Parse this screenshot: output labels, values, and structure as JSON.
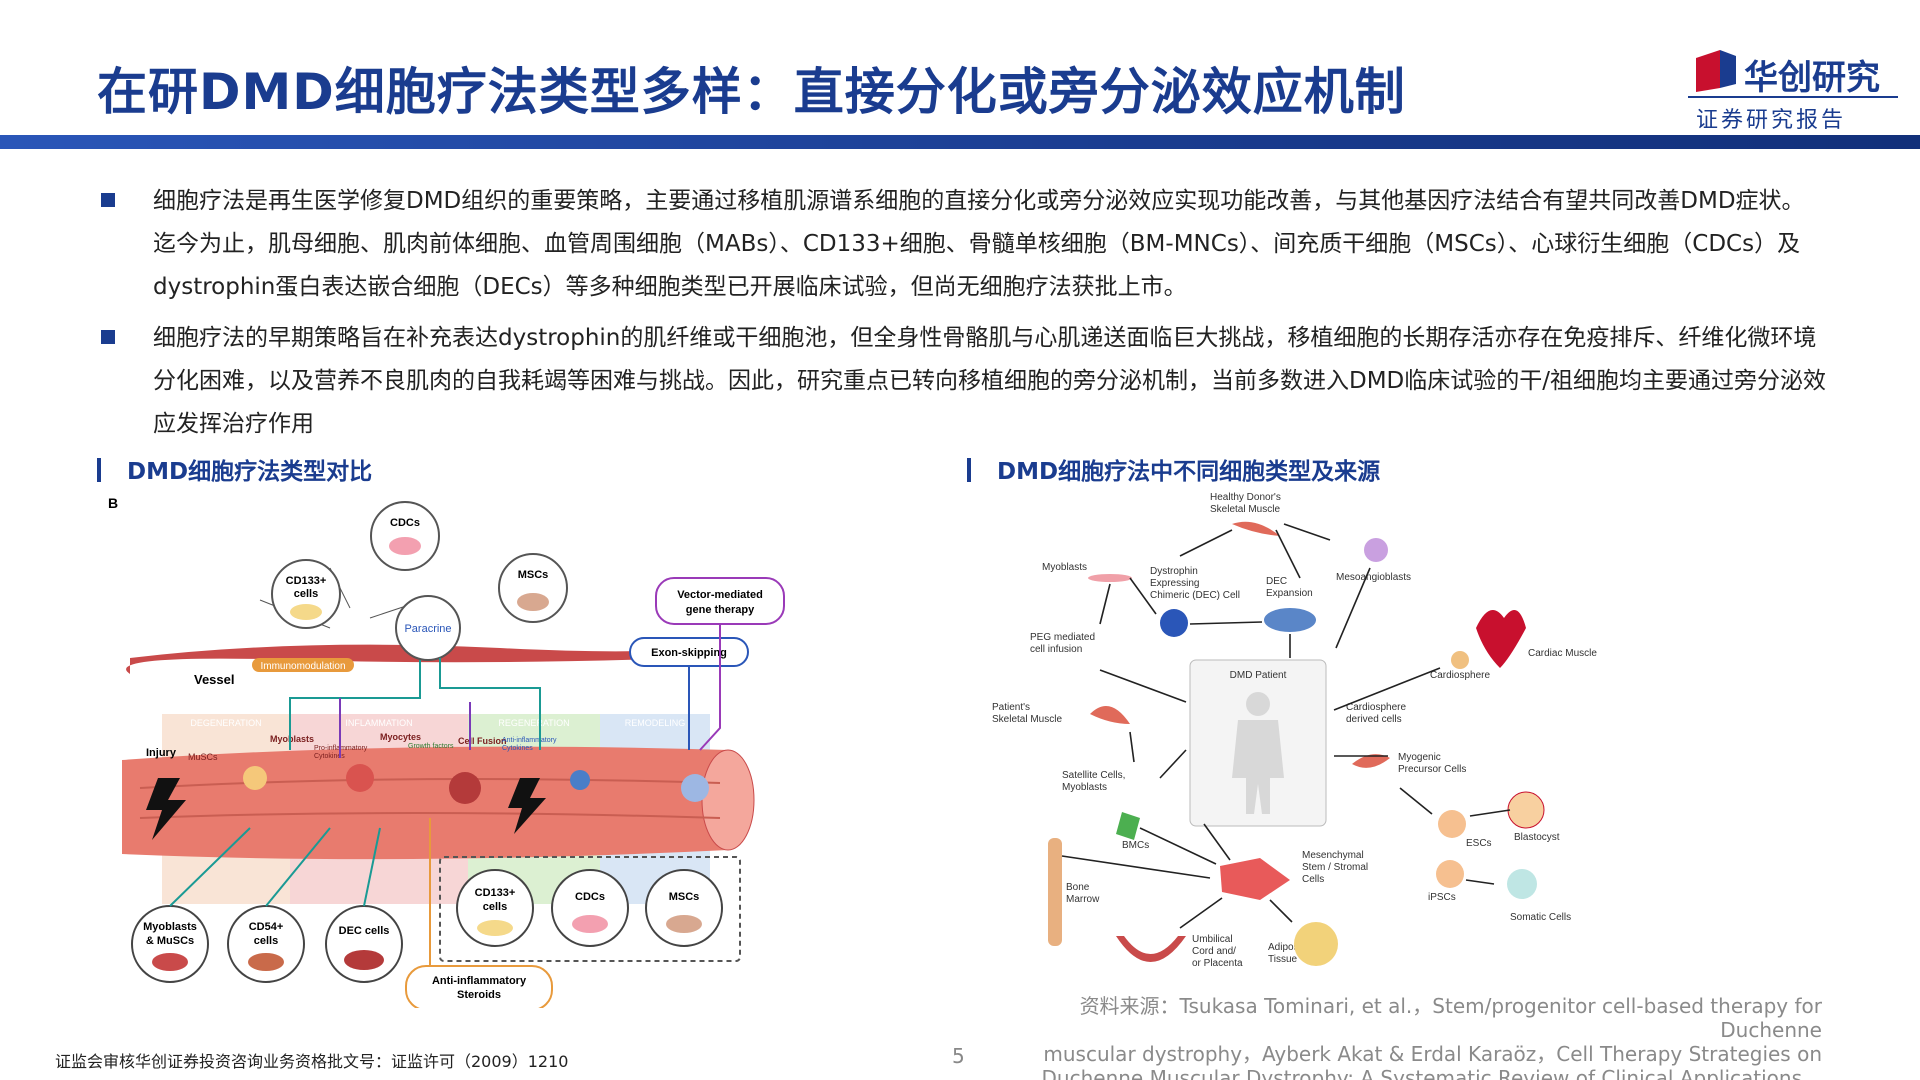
{
  "header": {
    "title": "在研DMD细胞疗法类型多样：直接分化或旁分泌效应机制",
    "logo_name": "华创研究",
    "logo_sub": "证券研究报告",
    "accent_color": "#1a3c8f"
  },
  "bullets": [
    "细胞疗法是再生医学修复DMD组织的重要策略，主要通过移植肌源谱系细胞的直接分化或旁分泌效应实现功能改善，与其他基因疗法结合有望共同改善DMD症状。迄今为止，肌母细胞、肌肉前体细胞、血管周围细胞（MABs）、CD133+细胞、骨髓单核细胞（BM-MNCs）、间充质干细胞（MSCs）、心球衍生细胞（CDCs）及dystrophin蛋白表达嵌合细胞（DECs）等多种细胞类型已开展临床试验，但尚无细胞疗法获批上市。",
    "细胞疗法的早期策略旨在补充表达dystrophin的肌纤维或干细胞池，但全身性骨骼肌与心肌递送面临巨大挑战，移植细胞的长期存活亦存在免疫排斥、纤维化微环境分化困难，以及营养不良肌肉的自我耗竭等困难与挑战。因此，研究重点已转向移植细胞的旁分泌机制，当前多数进入DMD临床试验的干/祖细胞均主要通过旁分泌效应发挥治疗作用"
  ],
  "sections": {
    "left_title": "DMD细胞疗法类型对比",
    "right_title": "DMD细胞疗法中不同细胞类型及来源"
  },
  "fig_left": {
    "panel": "B",
    "cdcs": "CDCs",
    "cd133_1": "CD133+",
    "cd133_2": "cells",
    "mscs": "MSCs",
    "paracrine": "Paracrine",
    "vessel": "Vessel",
    "immuno": "Immunomodulation",
    "vector_1": "Vector-mediated",
    "vector_2": "gene therapy",
    "exon": "Exon-skipping",
    "stage_degen": "DEGENERATION",
    "stage_infl": "INFLAMMATION",
    "stage_regen": "REGENERATION",
    "stage_remod": "REMODELING",
    "injury": "Injury",
    "muscs": "MuSCs",
    "myoblasts": "Myoblasts",
    "proinf_1": "Pro-inflammatory",
    "proinf_2": "Cytokines",
    "myocytes": "Myocytes",
    "growth": "Growth factors",
    "fusion": "Cell Fusion",
    "antiinf_1": "Anti-inflammatory",
    "antiinf_2": "Cytokines",
    "b_myo_1": "Myoblasts",
    "b_myo_2": "& MuSCs",
    "b_cd54_1": "CD54+",
    "b_cd54_2": "cells",
    "b_dec": "DEC cells",
    "b_cd133_1": "CD133+",
    "b_cd133_2": "cells",
    "b_cdcs": "CDCs",
    "b_mscs": "MSCs",
    "steroids_1": "Anti-inflammatory",
    "steroids_2": "Steroids"
  },
  "fig_right": {
    "healthy_1": "Healthy Donor's",
    "healthy_2": "Skeletal Muscle",
    "myoblasts": "Myoblasts",
    "dec_1": "Dystrophin",
    "dec_2": "Expressing",
    "dec_3": "Chimeric (DEC) Cell",
    "decexp_1": "DEC",
    "decexp_2": "Expansion",
    "mesoangio": "Mesoangioblasts",
    "peg_1": "PEG mediated",
    "peg_2": "cell infusion",
    "patient": "DMD Patient",
    "cardiac": "Cardiac Muscle",
    "cardiosphere": "Cardiosphere",
    "psk_1": "Patient's",
    "psk_2": "Skeletal Muscle",
    "cdc_1": "Cardiosphere",
    "cdc_2": "derived cells",
    "sat_1": "Satellite Cells,",
    "sat_2": "Myoblasts",
    "mpc_1": "Myogenic",
    "mpc_2": "Precursor Cells",
    "bmcs": "BMCs",
    "blastocyst": "Blastocyst",
    "escs": "ESCs",
    "msc_1": "Mesenchymal",
    "msc_2": "Stem / Stromal",
    "msc_3": "Cells",
    "bm_1": "Bone",
    "bm_2": "Marrow",
    "ipscs": "iPSCs",
    "somatic": "Somatic Cells",
    "umb_1": "Umbilical",
    "umb_2": "Cord and/",
    "umb_3": "or Placenta",
    "adip_1": "Adipose",
    "adip_2": "Tissue"
  },
  "source": {
    "line1": "资料来源：Tsukasa Tominari, et al.，Stem/progenitor cell-based therapy for Duchenne",
    "line2": "muscular dystrophy，Ayberk Akat & Erdal Karaöz，Cell Therapy Strategies on",
    "line3": "Duchenne Muscular Dystrophy: A Systematic Review of Clinical Applications，华创证券"
  },
  "footer": {
    "license": "证监会审核华创证券投资咨询业务资格批文号：证监许可（2009）1210",
    "page": "5"
  }
}
